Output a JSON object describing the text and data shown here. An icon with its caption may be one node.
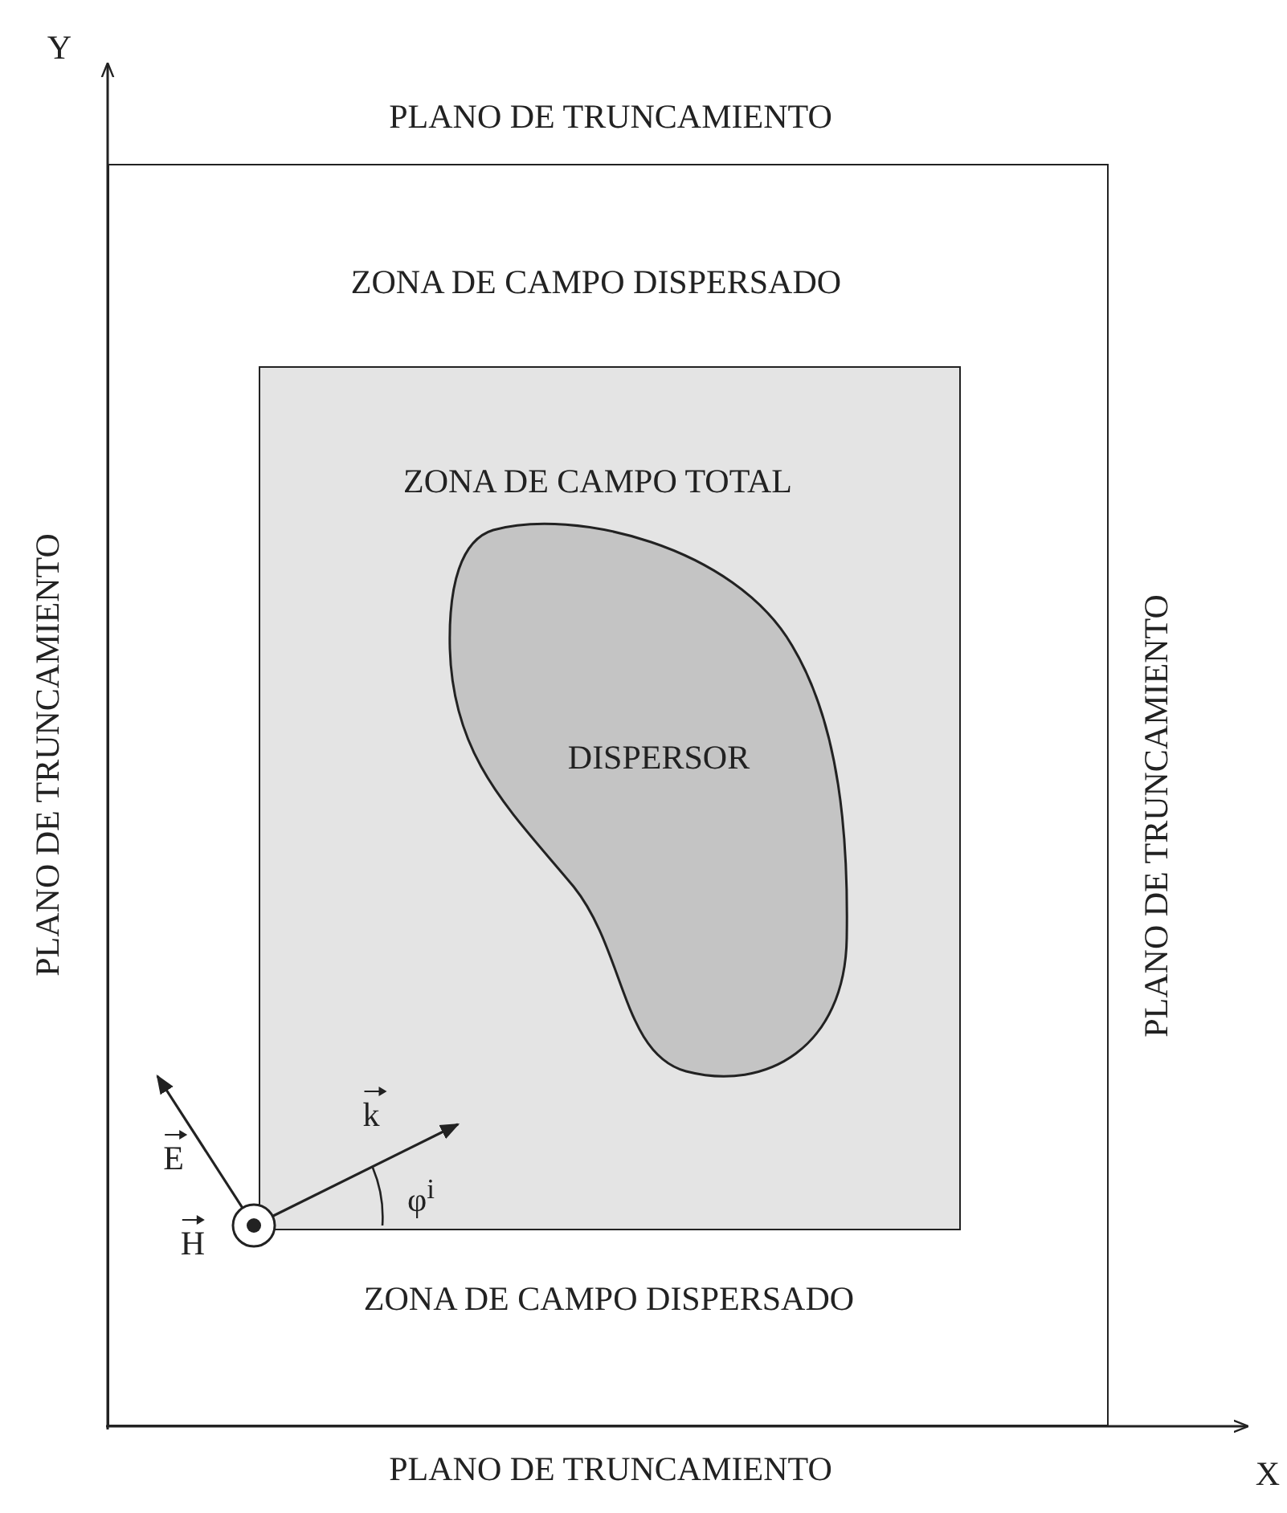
{
  "diagram": {
    "nodes": [
      {
        "text": [
          "ZONA DE CAMPO DISPERSADO",
          "ZONA DE CAMPO DISPERSADO"
        ]
      },
      {
        "text": [
          "ZONA DE CAMPO TOTAL"
        ],
        "in": 0
      },
      {
        "text": [
          "DISPERSOR"
        ],
        "in": 1
      }
    ],
    "edges": [],
    "labels": [
      "Y",
      "PLANO DE TRUNCAMIENTO",
      "PLANO DE TRUNCAMIENTO",
      "PLANO DE TRUNCAMIENTO",
      "k",
      "E",
      "φ$^{i}$",
      "H",
      "PLANO DE TRUNCAMIENTO",
      "X"
    ]
  }
}
